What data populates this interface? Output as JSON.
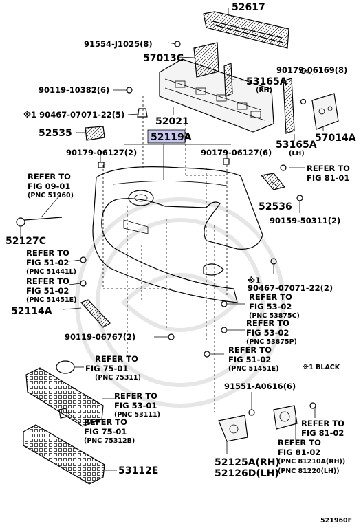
{
  "labels": {
    "p52617": "52617",
    "p91554": "91554-J1025(8)",
    "p57013C": "57013C",
    "p90179_6169": "90179-06169(8)",
    "p90119_10382": "90119-10382(6)",
    "p53165A_rh": "53165A",
    "rh": "(RH)",
    "p90467_a": "※1 90467-07071-22(5)",
    "p52021": "52021",
    "p52535": "52535",
    "p52119A": "52119A",
    "p53165A_lh": "53165A",
    "lh": "(LH)",
    "p57014A": "57014A",
    "p90179_6127_l": "90179-06127(2)",
    "p90179_6127_r": "90179-06127(6)",
    "refer": "REFER TO",
    "fig0901": "FIG 09-01",
    "pnc51960": "(PNC 51960)",
    "fig8101": "FIG 81-01",
    "p52536": "52536",
    "p90159": "90159-50311(2)",
    "p52127C": "52127C",
    "fig5102": "FIG 51-02",
    "pnc51441L": "(PNC 51441L)",
    "pnc51451E": "(PNC 51451E)",
    "p90467_b_mark": "※1",
    "p90467_b": "90467-07071-22(2)",
    "p52114A": "52114A",
    "fig5302": "FIG 53-02",
    "pnc53875C": "(PNC 53875C)",
    "pnc53875P": "(PNC 53875P)",
    "p90119_6767": "90119-06767(2)",
    "pnc51451E_r": "(PNC 51451E)",
    "black_note": "※1 BLACK",
    "fig7501": "FIG 75-01",
    "pnc75311": "(PNC 75311)",
    "p91551": "91551-A0616(6)",
    "fig5301": "FIG 53-01",
    "pnc53111": "(PNC 53111)",
    "fig8102": "FIG 81-02",
    "fig8102b": "FIG 81-02",
    "pnc75312B": "(PNC 75312B)",
    "p52125A": "52125A(RH)",
    "pnc81210A": "(PNC 81210A(RH))",
    "p52126D": "52126D(LH)",
    "pnc81220": "(PNC 81220(LH))",
    "p53112E": "53112E",
    "fig_id": "521960F"
  },
  "colors": {
    "highlight": "#c8c8ee",
    "line": "#000000"
  }
}
